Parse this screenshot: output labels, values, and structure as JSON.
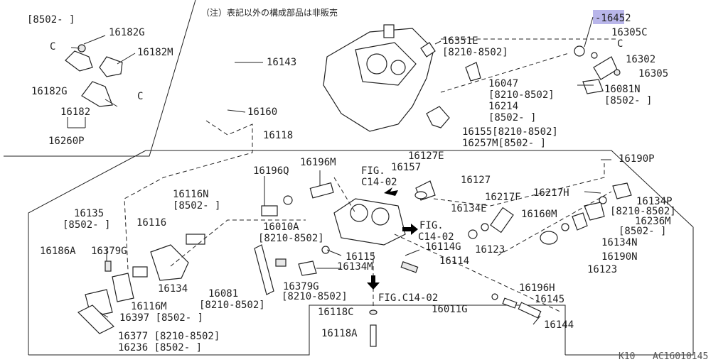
{
  "note": "（注）表記以外の構成部品は非販売",
  "highlight_color": "#b9b6ea",
  "highlighted_part": "-16452",
  "footer": {
    "model": "K10",
    "code": "AC16010145"
  },
  "parts": {
    "p8502_top": "[8502-    ]",
    "p16182G_a": "16182G",
    "p16182M": "16182M",
    "pC_a": "C",
    "pC_b": "C",
    "p16182G_b": "16182G",
    "p16182": "16182",
    "p16260P": "16260P",
    "p16143": "16143",
    "p16160": "16160",
    "p16118": "16118",
    "p16351E": "16351E",
    "p16351E_r": "[8210-8502]",
    "p16047": "16047",
    "p16047_r": "[8210-8502]",
    "p16214": "16214",
    "p16214_r": "[8502-    ]",
    "p16155": "16155[8210-8502]",
    "p16257M": "16257M[8502-    ]",
    "p16305C": "16305C",
    "pC_c": "C",
    "p16302": "16302",
    "p16305": "16305",
    "p16081N": "16081N",
    "p16081N_r": "[8502-    ]",
    "p16196Q": "16196Q",
    "p16196M": "16196M",
    "pFIG1": "FIG.",
    "pFIG1b": "C14-02",
    "p16157": "16157",
    "p16127E": "16127E",
    "p16127": "16127",
    "p16190P": "16190P",
    "p16116N": "16116N",
    "p16116N_r": "[8502-    ]",
    "p16217F": "16217F",
    "p16217H": "16217H",
    "p16134P": "16134P",
    "p16134P_r": "[8210-8502]",
    "p16236M": "16236M",
    "p16236M_r": "[8502-    ]",
    "p16135": "16135",
    "p16135_r": "[8502-    ]",
    "p16116": "16116",
    "p16010A": "16010A",
    "p16010A_r": "[8210-8502]",
    "p16134E": "16134E",
    "p16160M": "16160M",
    "pFIG2": "FIG.",
    "pFIG2b": "C14-02",
    "p16186A": "16186A",
    "p16379G": "16379G",
    "p16115": "16115",
    "p16114G": "16114G",
    "p16123_a": "16123",
    "p16134N": "16134N",
    "p16114": "16114",
    "p16190N": "16190N",
    "p16134M": "16134M",
    "p16123_b": "16123",
    "p16134": "16134",
    "p16081": "16081",
    "p16081_r": "[8210-8502]",
    "p16379G_b": "16379G",
    "p16379G_br": "[8210-8502]",
    "pFIG3": "FIG.C14-02",
    "p16196H": "16196H",
    "p16145": "16145",
    "p16116M": "16116M",
    "p16011G": "16011G",
    "p16397": "16397 [8502-    ]",
    "p16118C": "16118C",
    "p16144": "16144",
    "p16118A": "16118A",
    "p16377": "16377 [8210-8502]",
    "p16236": "16236 [8502-    ]"
  }
}
